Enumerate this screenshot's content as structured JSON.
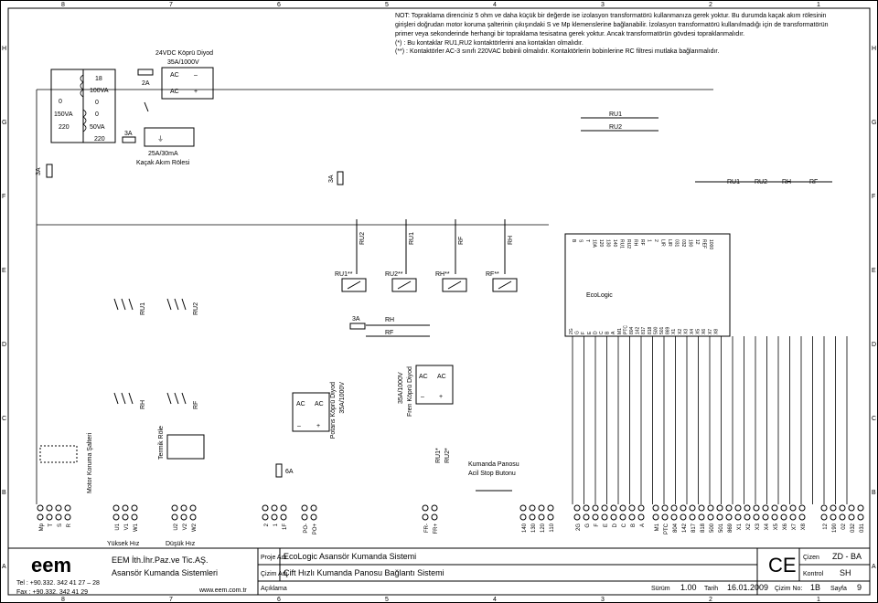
{
  "notes": {
    "line1": "NOT: Topraklama direnciniz 5 ohm ve daha küçük bir değerde ise izolasyon transformatörü kullanmanıza gerek yoktur. Bu durumda kaçak akım rölesinin",
    "line2": "girişleri doğrudan motor koruma şalterinin çıkışındaki S ve Mp klemenslerine bağlanabilir. İzolasyon transformatörü kullanılmadığı için de transformatörün",
    "line3": "primer veya sekonderinde  herhangi bir topraklama tesisatına gerek yoktur. Ancak transformatörün gövdesi topraklanmalıdır.",
    "line4": "(*)  : Bu kontaklar RU1,RU2 kontaktörlerini ana kontakları olmalıdır.",
    "line5": "(**) : Kontaktörler AC-3 sınıfı 220VAC bobinli olmalıdır. Kontaktörlerin bobinlerine RC filtresi mutlaka bağlanmalıdır."
  },
  "grid": {
    "columns": [
      "8",
      "7",
      "6",
      "5",
      "4",
      "3",
      "2",
      "1"
    ],
    "rows": [
      "H",
      "G",
      "F",
      "E",
      "D",
      "C",
      "B",
      "A"
    ]
  },
  "transformer": {
    "p0": "0",
    "p150": "150VA",
    "p220": "220",
    "s18": "18",
    "s100": "100VA",
    "s0a": "0",
    "s0b": "0",
    "s50": "50VA",
    "s220": "220"
  },
  "rectifier_main": {
    "line1": "24VDC Köprü Diyod",
    "line2": "35A/1000V",
    "ac1": "AC",
    "ac2": "AC",
    "minus": "–",
    "plus": "+"
  },
  "fuses": {
    "f2a": "2A",
    "f3a_a": "3A",
    "f3a_b": "3A",
    "f3a_c": "3A",
    "f3a_d": "3A",
    "f6a": "6A"
  },
  "rcd": {
    "line1": "25A/30mA",
    "line2": "Kaçak Akım Rölesi"
  },
  "contacts_top": {
    "ru1": "RU1",
    "ru2": "RU2"
  },
  "coil_row": [
    "RU1",
    "RU2",
    "RH",
    "RF"
  ],
  "coil_labels_vertical": [
    "RU2",
    "RU1",
    "RF",
    "RH"
  ],
  "coil_boxes": [
    "RU1**",
    "RU2**",
    "RH**",
    "RF**"
  ],
  "ecologic_top_pins": [
    "B",
    "S",
    "T",
    "10A",
    "120",
    "130",
    "140",
    "RU1",
    "RU2",
    "RH",
    "RF",
    "1",
    "2",
    "LIR",
    "LIR",
    "031",
    "032",
    "190",
    "12",
    "REF",
    "1000"
  ],
  "ecologic_bottom_pins": [
    "2G",
    "G",
    "F",
    "E",
    "D",
    "C",
    "B",
    "A",
    "M1",
    "PTC",
    "804",
    "142",
    "817",
    "818",
    "500",
    "501",
    "869",
    "X1",
    "X2",
    "X3",
    "X4",
    "X5",
    "X6",
    "X7",
    "X8"
  ],
  "ecologic": {
    "label": "EcoLogic"
  },
  "rh_rf": {
    "rh": "RH",
    "rf": "RF"
  },
  "left_contactors": {
    "ru1": "RU1",
    "ru2": "RU2",
    "rh": "RH",
    "rf": "RF"
  },
  "pot_rectifier": {
    "ac1": "AC",
    "ac2": "AC",
    "minus": "–",
    "plus": "+",
    "line1": "Potans Köprü Diyod",
    "line2": "35A/1000V"
  },
  "brake_rectifier": {
    "ac1": "AC",
    "ac2": "AC",
    "minus": "–",
    "plus": "+",
    "line1": "35A/1000V",
    "line2": "Fren Köprü Diyod"
  },
  "brake_contacts": {
    "ru1": "RU1*",
    "ru2": "RU2*"
  },
  "estop": {
    "line1": "Kumanda Panosu",
    "line2": "Acil Stop Butonu"
  },
  "motor_protect": "Motor Koruma Şalteri",
  "thermal": "Termik Röle",
  "terminal_groups": {
    "g1": [
      "Mp",
      "T",
      "S",
      "R"
    ],
    "g2": [
      "U1",
      "V1",
      "W1"
    ],
    "g3": [
      "U2",
      "V2",
      "W2"
    ],
    "g4": [
      "2",
      "1",
      "1F"
    ],
    "g5": [
      "PO-",
      "PO+"
    ],
    "g6": [
      "FR-",
      "FR+"
    ],
    "g7": [
      "140",
      "130",
      "120",
      "110"
    ],
    "g8": [
      "2G",
      "G",
      "F",
      "E",
      "D",
      "C",
      "B",
      "A"
    ],
    "g9": [
      "M1",
      "PTC",
      "804",
      "142",
      "817",
      "818",
      "500",
      "501",
      "869",
      "X1",
      "X2",
      "X3",
      "X4",
      "X5",
      "X6",
      "X7",
      "X8"
    ],
    "g10": [
      "12",
      "190",
      "02",
      "032",
      "031"
    ]
  },
  "speed": {
    "high": "Yüksek Hız",
    "low": "Düşük Hız"
  },
  "title_block": {
    "company": "EEM İth.İhr.Paz.ve Tic.AŞ.",
    "company2": "Asansör Kumanda Sistemleri",
    "logo": "eem",
    "tel": "Tel  : +90.332. 342 41 27 – 28",
    "fax": "Fax : +90.332. 342 41 29",
    "web": "www.eem.com.tr",
    "proje_label": "Proje Adı",
    "proje": "EcoLogic Asansör Kumanda Sistemi",
    "cizim_label": "Çizim Adı",
    "cizim": "Çift Hızlı Kumanda Panosu Bağlantı Sistemi",
    "aciklama_label": "Açıklama",
    "surum_label": "Sürüm",
    "surum": "1.00",
    "tarih_label": "Tarih",
    "tarih": "16.01.2009",
    "cizimno_label": "Çizim No:",
    "cizimno": "1B",
    "sayfa_label": "Sayfa",
    "sayfa": "9",
    "cizen_label": "Çizen",
    "cizen": "ZD - BA",
    "kontrol_label": "Kontrol",
    "kontrol": "SH",
    "ce": "CE"
  }
}
